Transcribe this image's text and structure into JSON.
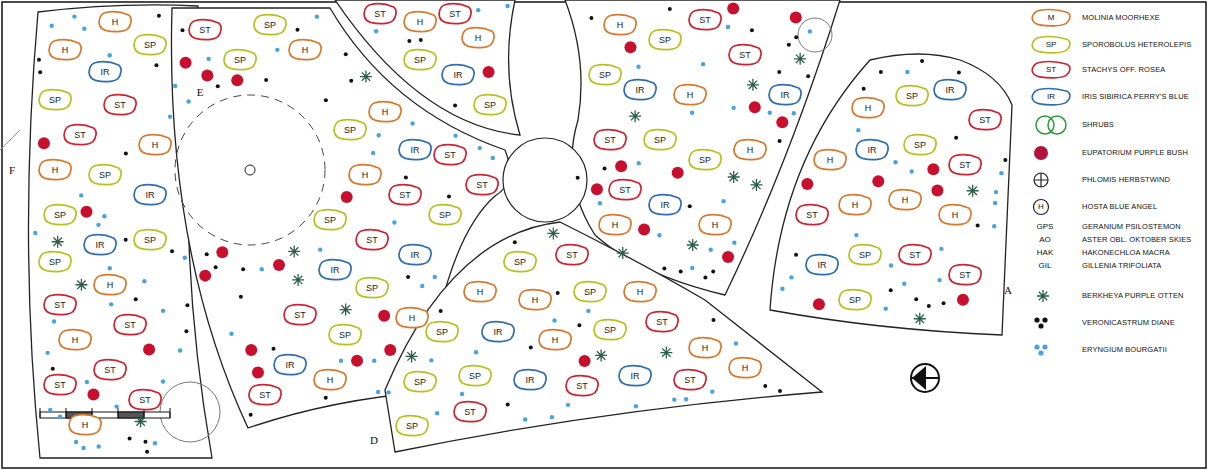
{
  "diagram": {
    "nodes": [
      {
        "text": [
          "H"
        ]
      },
      {
        "text": [
          "H"
        ]
      },
      {
        "text": [
          "IR"
        ]
      },
      {
        "text": [
          "SP"
        ]
      },
      {
        "text": [
          "SP"
        ]
      },
      {
        "text": [
          "ST"
        ]
      },
      {
        "text": [
          "ST"
        ]
      },
      {
        "text": [
          "H"
        ]
      },
      {
        "text": [
          "H"
        ]
      },
      {
        "text": [
          "SP"
        ]
      },
      {
        "text": [
          "IR"
        ]
      },
      {
        "text": [
          "SP"
        ]
      },
      {
        "text": [
          "IR"
        ]
      },
      {
        "text": [
          "SP"
        ]
      },
      {
        "text": [
          "SP"
        ]
      },
      {
        "text": [
          "ST"
        ]
      },
      {
        "text": [
          "H"
        ]
      },
      {
        "text": [
          "ST"
        ]
      },
      {
        "text": [
          "H"
        ]
      },
      {
        "text": [
          "ST"
        ]
      },
      {
        "text": [
          "ST"
        ]
      },
      {
        "text": [
          "ST"
        ]
      },
      {
        "text": [
          "H"
        ]
      },
      {
        "text": [
          "ST"
        ]
      },
      {
        "text": [
          "SP"
        ]
      },
      {
        "text": [
          "SP"
        ]
      },
      {
        "text": [
          "H"
        ]
      },
      {
        "text": [
          "SP"
        ]
      },
      {
        "text": [
          "H"
        ]
      },
      {
        "text": [
          "IR"
        ]
      },
      {
        "text": [
          "ST"
        ]
      },
      {
        "text": [
          "ST"
        ]
      },
      {
        "text": [
          "H"
        ]
      },
      {
        "text": [
          "ST"
        ]
      },
      {
        "text": [
          "SP"
        ]
      },
      {
        "text": [
          "SP"
        ]
      },
      {
        "text": [
          "ST"
        ]
      },
      {
        "text": [
          "IR"
        ]
      },
      {
        "text": [
          "IR"
        ]
      },
      {
        "text": [
          "SP"
        ]
      },
      {
        "text": [
          "H"
        ]
      },
      {
        "text": [
          "ST"
        ]
      },
      {
        "text": [
          "SP"
        ]
      },
      {
        "text": [
          "IR"
        ]
      },
      {
        "text": [
          "ST"
        ]
      },
      {
        "text": [
          "H"
        ]
      },
      {
        "text": [
          "ST"
        ]
      },
      {
        "text": [
          "H"
        ]
      },
      {
        "text": [
          "ST"
        ]
      },
      {
        "text": [
          "H"
        ]
      },
      {
        "text": [
          "SP"
        ]
      },
      {
        "text": [
          "IR"
        ]
      },
      {
        "text": [
          "SP"
        ]
      },
      {
        "text": [
          "H"
        ]
      },
      {
        "text": [
          "SP"
        ]
      },
      {
        "text": [
          "ST"
        ]
      },
      {
        "text": [
          "ST"
        ]
      },
      {
        "text": [
          "SP"
        ]
      },
      {
        "text": [
          "IR"
        ]
      },
      {
        "text": [
          "H"
        ]
      },
      {
        "text": [
          "IR"
        ]
      },
      {
        "text": [
          "ST"
        ]
      },
      {
        "text": [
          "SP"
        ]
      },
      {
        "text": [
          "SP"
        ]
      },
      {
        "text": [
          "H"
        ]
      },
      {
        "text": [
          "ST"
        ]
      },
      {
        "text": [
          "IR"
        ]
      },
      {
        "text": [
          "H"
        ]
      },
      {
        "text": [
          "H"
        ]
      },
      {
        "text": [
          "H"
        ]
      },
      {
        "text": [
          "SP"
        ]
      },
      {
        "text": [
          "IR"
        ]
      },
      {
        "text": [
          "ST"
        ]
      },
      {
        "text": [
          "H"
        ]
      },
      {
        "text": [
          "IR"
        ]
      },
      {
        "text": [
          "SP"
        ]
      },
      {
        "text": [
          "ST"
        ]
      },
      {
        "text": [
          "ST"
        ]
      },
      {
        "text": [
          "H"
        ]
      },
      {
        "text": [
          "H"
        ]
      },
      {
        "text": [
          "H"
        ]
      },
      {
        "text": [
          "IR"
        ]
      },
      {
        "text": [
          "SP"
        ]
      },
      {
        "text": [
          "ST"
        ]
      },
      {
        "text": [
          "ST"
        ]
      },
      {
        "text": [
          "SP"
        ]
      },
      {
        "text": [
          "SP"
        ]
      },
      {
        "text": [
          "ST"
        ]
      },
      {
        "text": [
          "H"
        ]
      },
      {
        "text": [
          "H"
        ]
      },
      {
        "text": [
          "SP"
        ]
      },
      {
        "text": [
          "H"
        ]
      },
      {
        "text": [
          "SP"
        ]
      },
      {
        "text": [
          "IR"
        ]
      },
      {
        "text": [
          "H"
        ]
      },
      {
        "text": [
          "SP"
        ]
      },
      {
        "text": [
          "ST"
        ]
      },
      {
        "text": [
          "H"
        ]
      },
      {
        "text": [
          "SP"
        ]
      },
      {
        "text": [
          "SP"
        ]
      },
      {
        "text": [
          "IR"
        ]
      },
      {
        "text": [
          "ST"
        ]
      },
      {
        "text": [
          "IR"
        ]
      },
      {
        "text": [
          "ST"
        ]
      },
      {
        "text": [
          "H"
        ]
      },
      {
        "text": [
          "ST"
        ]
      },
      {
        "text": [
          "SP"
        ]
      }
    ],
    "labels": [
      "F",
      "E",
      "D",
      "A",
      "M",
      "SP",
      "ST",
      "IR",
      "H",
      "GPS",
      "AO",
      "HAK",
      "GIL"
    ],
    "legend": [
      {
        "text": "MOLINIA MOORHEXE"
      },
      {
        "text": "SPOROBOLUS HETEROLEPIS"
      },
      {
        "text": "STACHYS OFF. ROSEA"
      },
      {
        "text": "IRIS SIBIRICA PERRY'S BLUE"
      },
      {
        "text": "SHRUBS"
      },
      {
        "text": "EUPATORIUM PURPLE BUSH",
        "color": "#b3123c"
      },
      {
        "text": "PHLOMIS HERBSTWIND"
      },
      {
        "text": "HOSTA BLUE ANGEL"
      },
      {
        "text": "GERANIUM PSILOSTEMON"
      },
      {
        "text": "ASTER OBL. OKTOBER SKIES"
      },
      {
        "text": "HAKONECHLOA MACRA"
      },
      {
        "text": "GILLENIA TRIFOLIATA"
      },
      {
        "text": "BERKHEYA PURPLE OTTEN"
      },
      {
        "text": "VERONICASTRUM DIANE",
        "color": "#111111"
      },
      {
        "text": "ERYNGIUM BOURGATII",
        "color": "#4aa3df"
      }
    ]
  }
}
